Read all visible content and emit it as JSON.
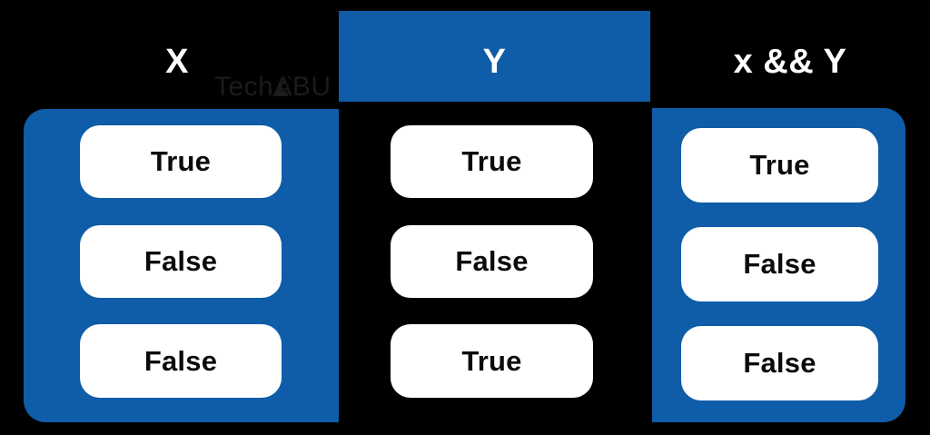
{
  "canvas": {
    "background_color": "#000000",
    "accent_color": "#0f5ca8",
    "pill_color": "#ffffff",
    "text_color": "#ffffff",
    "value_text_color": "#0b0b0b"
  },
  "watermark": {
    "text": "TechABU",
    "color": "#1b1b1b",
    "glyph_name": "rocket-a-icon"
  },
  "table": {
    "type": "truth-table",
    "operator": "&&",
    "columns": [
      {
        "id": "x",
        "header": "X",
        "header_on_accent": false,
        "panel": true,
        "values": [
          "True",
          "False",
          "False"
        ]
      },
      {
        "id": "y",
        "header": "Y",
        "header_on_accent": true,
        "panel": false,
        "values": [
          "True",
          "False",
          "True"
        ]
      },
      {
        "id": "x-and-y",
        "header": "x && Y",
        "header_on_accent": false,
        "panel": true,
        "values": [
          "True",
          "False",
          "False"
        ]
      }
    ],
    "rows": [
      {
        "x": "True",
        "y": "True",
        "result": "True"
      },
      {
        "x": "False",
        "y": "False",
        "result": "False"
      },
      {
        "x": "False",
        "y": "True",
        "result": "False"
      }
    ]
  }
}
